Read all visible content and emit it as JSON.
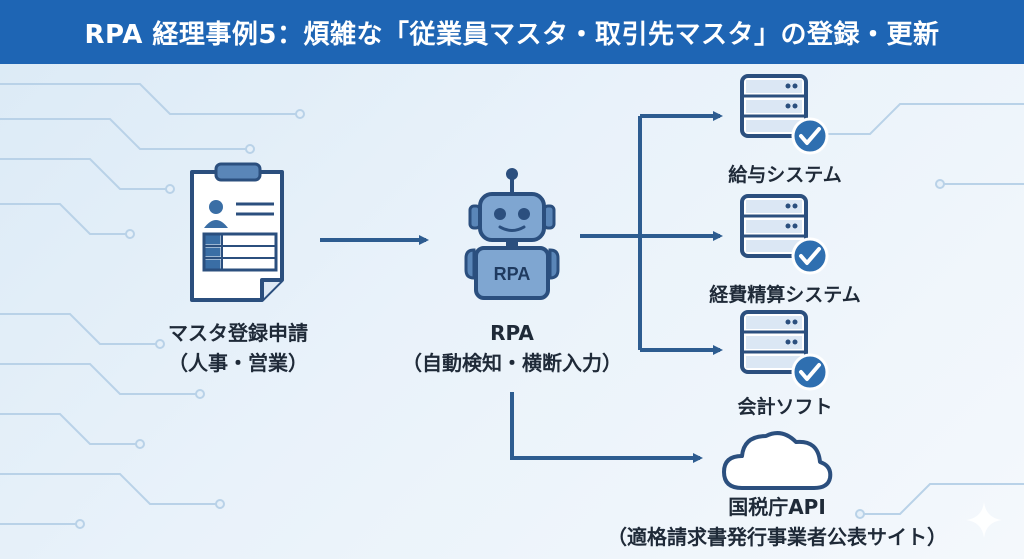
{
  "title": "RPA 経理事例5：煩雑な「従業員マスタ・取引先マスタ」の登録・更新",
  "source": {
    "label_line1": "マスタ登録申請",
    "label_line2": "（人事・営業）"
  },
  "robot": {
    "badge": "RPA",
    "label_line1": "RPA",
    "label_line2": "（自動検知・横断入力）"
  },
  "targets": [
    {
      "label": "給与システム"
    },
    {
      "label": "経費精算システム"
    },
    {
      "label": "会計ソフト"
    }
  ],
  "api": {
    "label_line1": "国税庁API",
    "label_line2": "（適格請求書発行事業者公表サイト）"
  },
  "icons": {
    "source": "clipboard-form-icon",
    "robot": "robot-icon",
    "targets": "server-check-icon",
    "api": "cloud-icon"
  },
  "colors": {
    "primary": "#1e65b4",
    "accent": "#3a6ea5",
    "outline": "#2b4f7e"
  }
}
